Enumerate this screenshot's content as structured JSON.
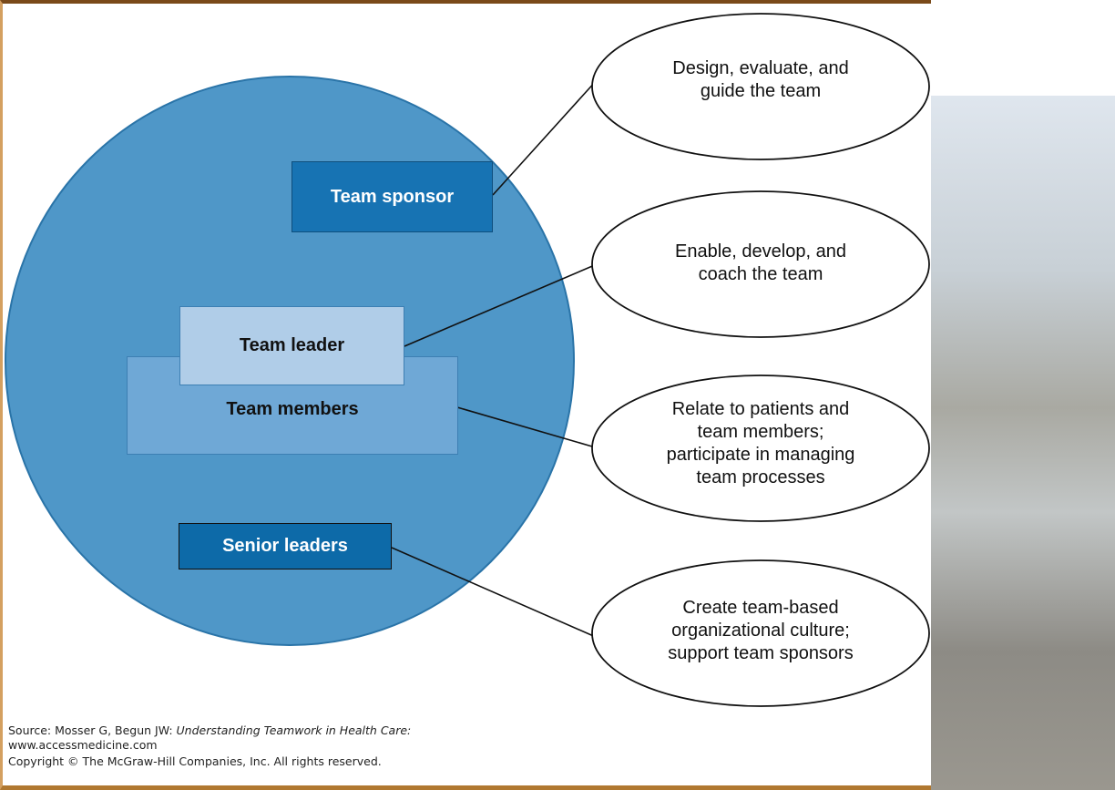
{
  "roles": {
    "sponsor": "Team sponsor",
    "leader": "Team leader",
    "members": "Team members",
    "senior": "Senior leaders"
  },
  "responsibilities": {
    "sponsor": [
      "Design, evaluate, and",
      "guide the team"
    ],
    "leader": [
      "Enable, develop, and",
      "coach the team"
    ],
    "members": [
      "Relate to patients and",
      "team members;",
      "participate in managing",
      "team processes"
    ],
    "senior": [
      "Create team-based",
      "organizational culture;",
      "support team sponsors"
    ]
  },
  "source": {
    "prefix": "Source: Mosser G, Begun JW: ",
    "book": "Understanding Teamwork in Health Care:",
    "url": "www.accessmedicine.com",
    "copyright": "Copyright © The McGraw-Hill Companies, Inc. All rights reserved."
  },
  "colors": {
    "circle": "#4f97c8",
    "sponsor_box": "#1773b3",
    "leader_box": "#b0cde8",
    "members_box": "#6fa8d6",
    "senior_box": "#0d6aa8"
  }
}
